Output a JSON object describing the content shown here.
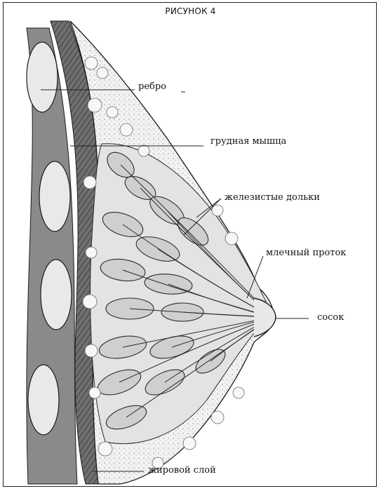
{
  "figure": {
    "title": "РИСУНОК 4"
  },
  "labels": {
    "rib": "ребро",
    "pectoral_muscle": "грудная мышца",
    "glandular_lobules": "железистые дольки",
    "milk_duct": "млечный проток",
    "nipple": "сосок",
    "fat_layer": "жировой слой"
  },
  "colors": {
    "outline": "#1a1a1a",
    "muscle_fill": "#6f6f6f",
    "rib_fill": "#e9e9e9",
    "lobule_fill": "#cfcfcf",
    "fat_fill": "#f4f4f4"
  }
}
